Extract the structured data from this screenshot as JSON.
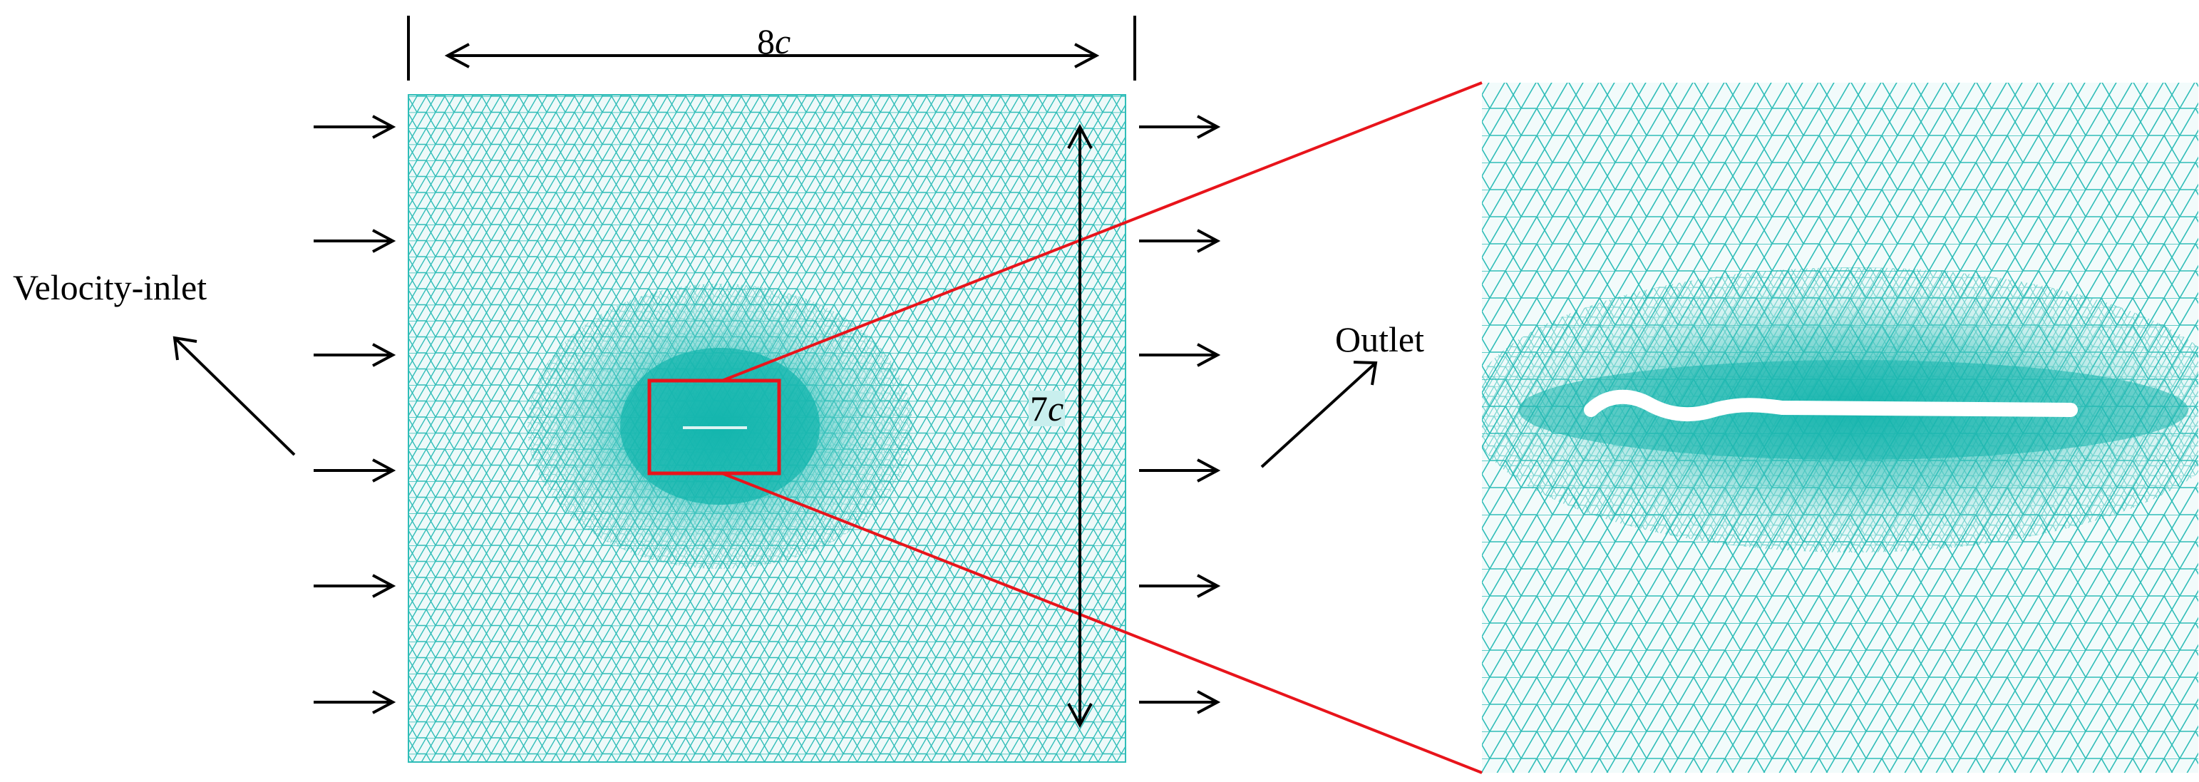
{
  "labels": {
    "inlet": "Velocity-inlet",
    "outlet": "Outlet"
  },
  "dimensions": {
    "width": {
      "number": "8",
      "variable": "c"
    },
    "height": {
      "number": "7",
      "variable": "c"
    }
  },
  "colors": {
    "mesh": "#2fbdb8",
    "mesh_dense": "#11b5ad",
    "highlight": "#e8141b",
    "arrow": "#000000",
    "airfoil": "#ffffff"
  }
}
